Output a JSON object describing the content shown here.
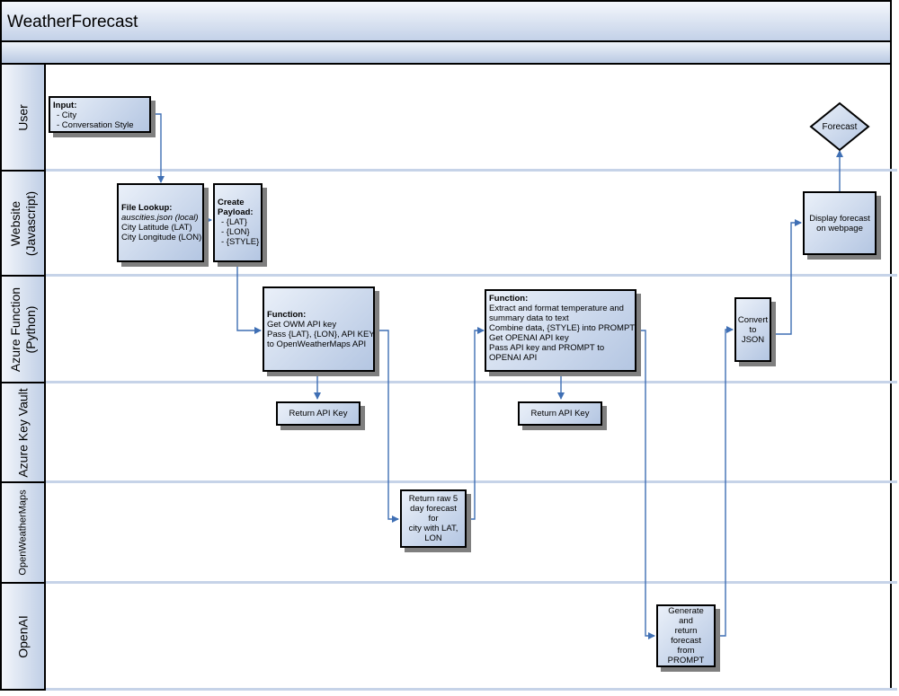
{
  "title": "WeatherForecast",
  "lanes": {
    "user": "User",
    "website_1": "Website",
    "website_2": "(Javascript)",
    "azure_function_1": "Azure Function",
    "azure_function_2": "(Python)",
    "key_vault": "Azure Key Vault",
    "openweathermaps": "OpenWeatherMaps",
    "openai": "OpenAI"
  },
  "boxes": {
    "input": {
      "heading": "Input:",
      "lines": [
        "- City",
        "- Conversation Style"
      ]
    },
    "file_lookup": {
      "heading": "File Lookup:",
      "italic": "auscities.json (local)",
      "lines": [
        "City Latitude (LAT)",
        "City Longitude (LON)"
      ]
    },
    "payload": {
      "heading1": "Create",
      "heading2": "Payload:",
      "lines": [
        "- {LAT}",
        "- {LON}",
        "- {STYLE}"
      ]
    },
    "function_owm": {
      "heading": "Function:",
      "lines": [
        "Get OWM API key",
        "Pass {LAT}, {LON}, API KEY",
        "to OpenWeatherMaps API"
      ]
    },
    "return_key_1": "Return API Key",
    "return_forecast": [
      "Return raw 5",
      "day forecast for",
      "city with LAT,",
      "LON"
    ],
    "function_openai": {
      "heading": "Function:",
      "lines": [
        "Extract and format temperature and",
        "summary data to text",
        "Combine data, {STYLE} into PROMPT",
        "Get OPENAI API key",
        "Pass API key and PROMPT to",
        "OPENAI API"
      ]
    },
    "return_key_2": "Return API Key",
    "generate": [
      "Generate and",
      "return forecast",
      "from",
      "PROMPT"
    ],
    "convert_json": [
      "Convert to",
      "JSON"
    ],
    "display": [
      "Display forecast",
      "on webpage"
    ],
    "forecast": "Forecast"
  },
  "colors": {
    "connector": "#3f6fb4",
    "box_fill_light": "#eaf0f9",
    "box_fill_dark": "#b4c6e2",
    "lane_header": "#c0cfe6"
  }
}
